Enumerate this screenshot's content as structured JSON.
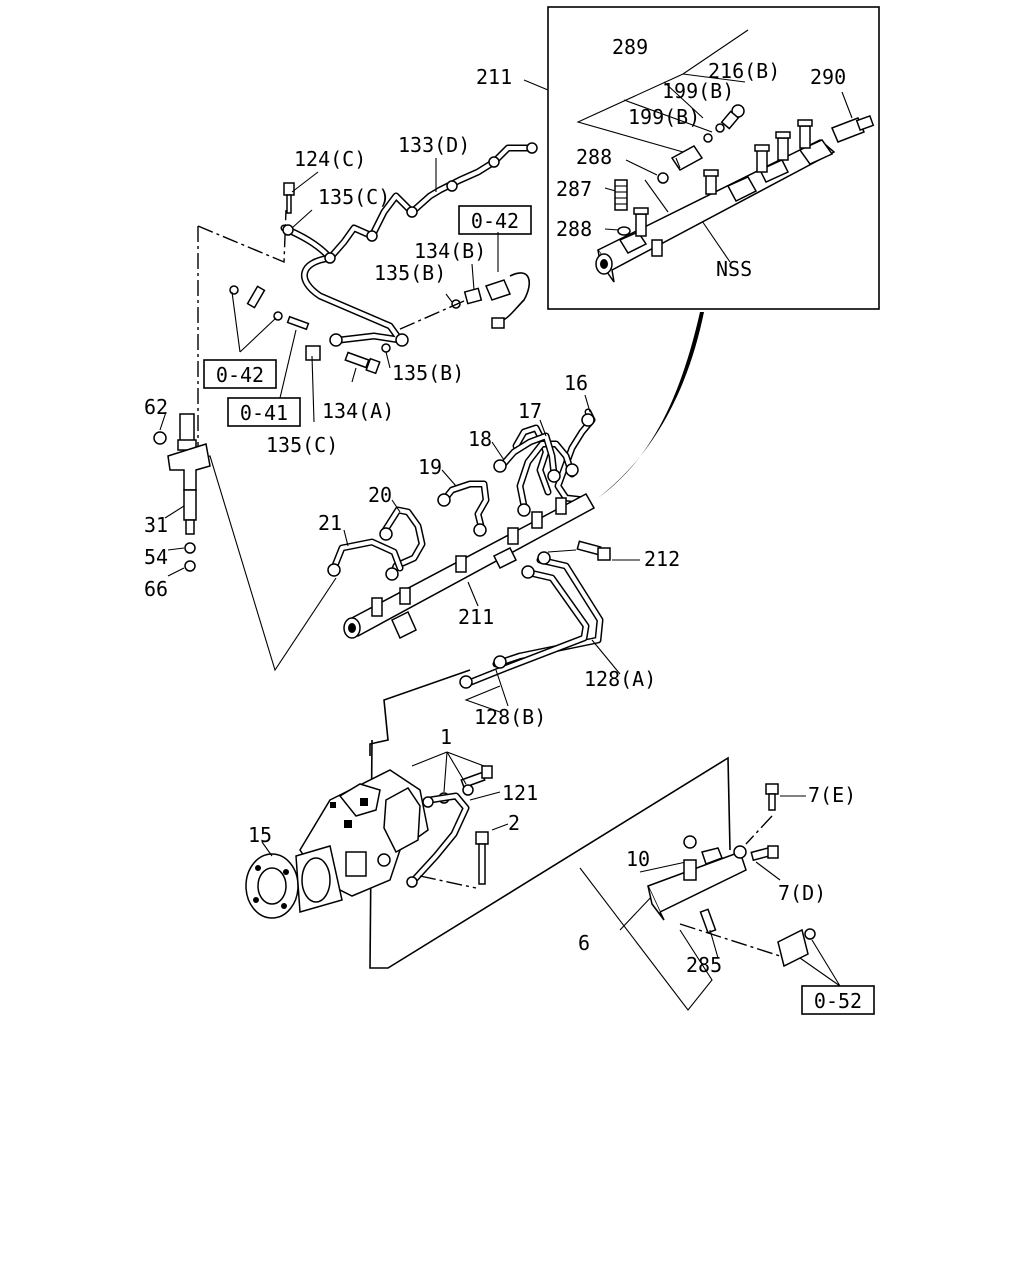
{
  "diagram": {
    "inset_labels": [
      "289",
      "216(B)",
      "199(B)",
      "199(B)",
      "290",
      "288",
      "287",
      "288",
      "NSS"
    ],
    "inset_callout": "211",
    "ref_boxes": [
      "0-42",
      "0-42",
      "0-41",
      "0-52"
    ],
    "labels": {
      "l124C": "124(C)",
      "l133D": "133(D)",
      "l135C_top": "135(C)",
      "l134B": "134(B)",
      "l135B_a": "135(B)",
      "l135B_b": "135(B)",
      "l134A": "134(A)",
      "l135C_bot": "135(C)",
      "l62": "62",
      "l31": "31",
      "l54": "54",
      "l66": "66",
      "l16": "16",
      "l17": "17",
      "l18": "18",
      "l19": "19",
      "l20": "20",
      "l21": "21",
      "l211": "211",
      "l212": "212",
      "l128A": "128(A)",
      "l128B": "128(B)",
      "l1": "1",
      "l121": "121",
      "l2": "2",
      "l15": "15",
      "l7E": "7(E)",
      "l10": "10",
      "l7D": "7(D)",
      "l6": "6",
      "l285": "285"
    }
  }
}
